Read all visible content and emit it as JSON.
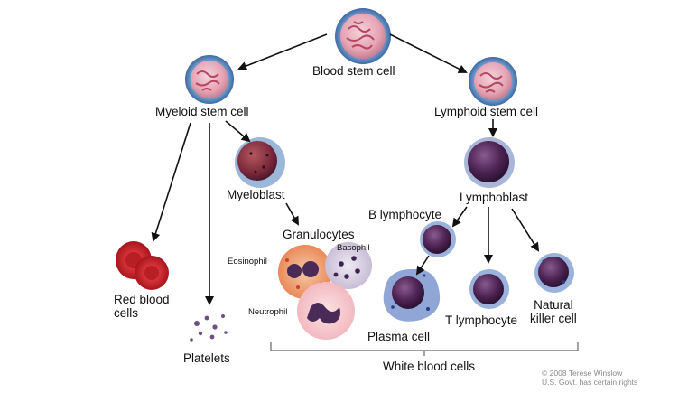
{
  "diagram": {
    "nodes": {
      "blood_stem_cell": "Blood stem cell",
      "myeloid_stem_cell": "Myeloid stem cell",
      "lymphoid_stem_cell": "Lymphoid stem cell",
      "myeloblast": "Myeloblast",
      "lymphoblast": "Lymphoblast",
      "granulocytes": "Granulocytes",
      "eosinophil": "Eosinophil",
      "basophil": "Basophil",
      "neutrophil": "Neutrophil",
      "b_lymphocyte": "B lymphocyte",
      "red_blood_cells": "Red blood\ncells",
      "platelets": "Platelets",
      "plasma_cell": "Plasma cell",
      "t_lymphocyte": "T lymphocyte",
      "natural_killer_cell": "Natural\nkiller cell"
    },
    "group_label": "White blood cells",
    "credit": {
      "line1": "© 2008 Terese Winslow",
      "line2": "U.S. Govt. has certain rights"
    }
  }
}
